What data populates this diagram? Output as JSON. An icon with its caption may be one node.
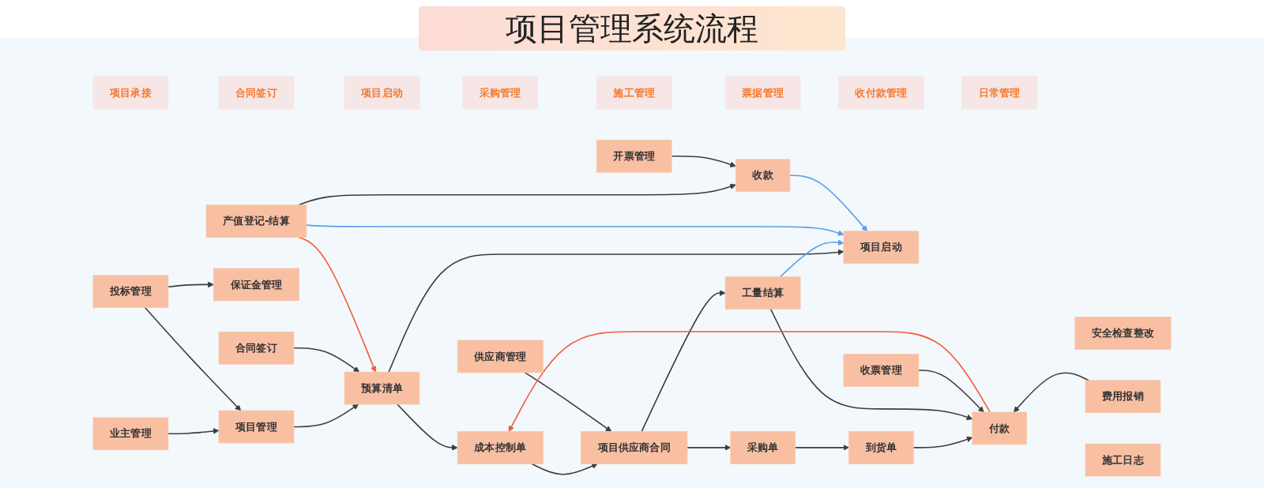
{
  "diagram": {
    "title": "项目管理系统流程",
    "nodes": [
      {
        "text": [
          "项目承接"
        ]
      },
      {
        "text": [
          "合同签订"
        ]
      },
      {
        "text": [
          "项目启动"
        ]
      },
      {
        "text": [
          "采购管理"
        ]
      },
      {
        "text": [
          "施工管理"
        ]
      },
      {
        "text": [
          "票据管理"
        ]
      },
      {
        "text": [
          "收付款管理"
        ]
      },
      {
        "text": [
          "日常管理"
        ]
      },
      {
        "text": [
          "业主管理"
        ]
      },
      {
        "text": [
          "合同签订"
        ]
      },
      {
        "text": [
          "项目启动"
        ]
      },
      {
        "text": [
          "项目管理"
        ]
      },
      {
        "text": [
          "预算清单"
        ]
      },
      {
        "text": [
          "供应商管理"
        ]
      },
      {
        "text": [
          "产值登记-结算"
        ]
      },
      {
        "text": [
          "收款"
        ]
      },
      {
        "text": [
          "安全检查整改"
        ]
      },
      {
        "text": [
          "开票管理"
        ]
      },
      {
        "text": [
          "投标管理"
        ]
      },
      {
        "text": [
          "成本控制单"
        ]
      },
      {
        "text": [
          "项目供应商合同"
        ]
      },
      {
        "text": [
          "费用报销"
        ]
      },
      {
        "text": [
          "收票管理"
        ]
      },
      {
        "text": [
          "保证金管理"
        ]
      },
      {
        "text": [
          "采购单"
        ]
      },
      {
        "text": [
          "工量结算"
        ]
      },
      {
        "text": [
          "付款"
        ]
      },
      {
        "text": [
          "施工日志"
        ]
      },
      {
        "text": [
          "到货单"
        ]
      }
    ],
    "edges": [
      {
        "from": 8,
        "to": 11,
        "arrow": "to"
      },
      {
        "from": 18,
        "to": 11,
        "arrow": "to"
      },
      {
        "from": 18,
        "to": 23,
        "arrow": "to"
      },
      {
        "from": 11,
        "to": 12,
        "arrow": "to"
      },
      {
        "from": 9,
        "to": 12,
        "arrow": "to"
      },
      {
        "from": 12,
        "to": 10,
        "arrow": "to"
      },
      {
        "from": 12,
        "to": 19,
        "arrow": "to"
      },
      {
        "from": 19,
        "to": 20,
        "arrow": "to"
      },
      {
        "from": 13,
        "to": 20,
        "arrow": "to"
      },
      {
        "from": 20,
        "to": 24,
        "arrow": "to"
      },
      {
        "from": 20,
        "to": 25,
        "arrow": "to"
      },
      {
        "from": 24,
        "to": 28,
        "arrow": "to"
      },
      {
        "from": 28,
        "to": 26,
        "arrow": "to"
      },
      {
        "from": 25,
        "to": 26,
        "arrow": "to"
      },
      {
        "from": 25,
        "to": 10,
        "arrow": "to",
        "color": "#5a9eea"
      },
      {
        "from": 14,
        "to": 10,
        "arrow": "to",
        "color": "#5a9eea"
      },
      {
        "from": 15,
        "to": 10,
        "arrow": "to",
        "color": "#5a9eea"
      },
      {
        "from": 14,
        "to": 15,
        "arrow": "to"
      },
      {
        "from": 14,
        "to": 12,
        "arrow": "to",
        "color": "#f25a38"
      },
      {
        "from": 17,
        "to": 15,
        "arrow": "to"
      },
      {
        "from": 22,
        "to": 26,
        "arrow": "to"
      },
      {
        "from": 21,
        "to": 26,
        "arrow": "to"
      },
      {
        "from": 26,
        "to": 19,
        "arrow": "to",
        "color": "#f25a38"
      }
    ]
  }
}
